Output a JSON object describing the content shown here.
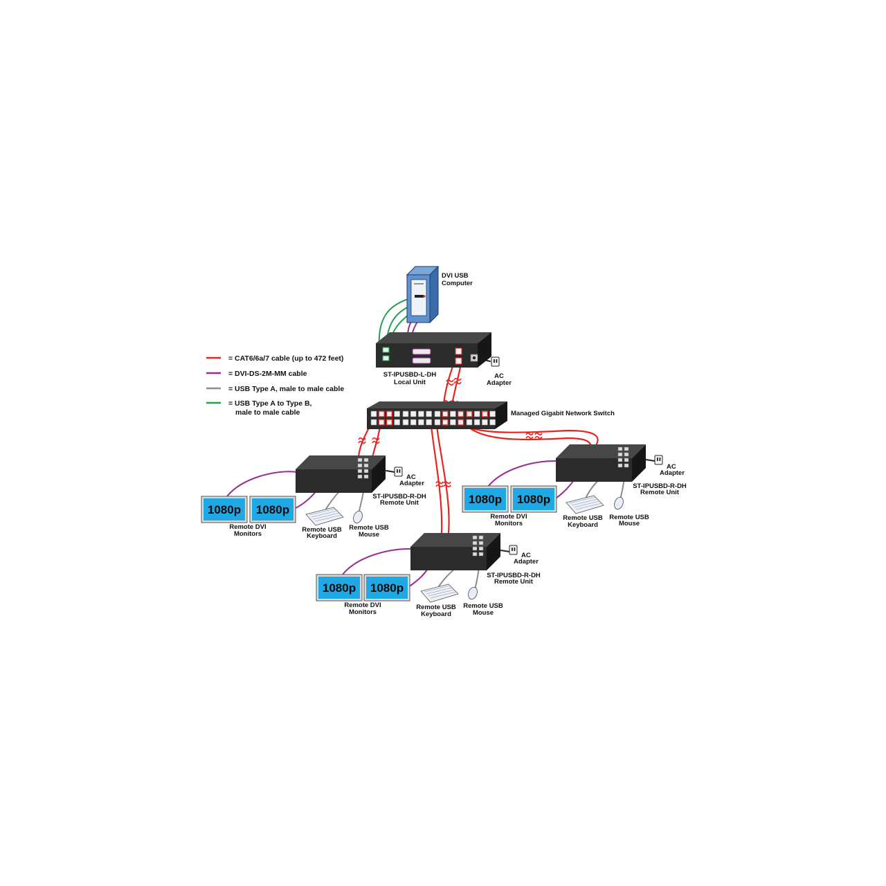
{
  "legend": [
    {
      "label": "=  CAT6/6a/7 cable (up to 472 feet)",
      "color": "#e8231e"
    },
    {
      "label": " = DVI-DS-2M-MM cable",
      "color": "#9b2a93"
    },
    {
      "label": "= USB Type A, male to male cable",
      "color": "#8c8c8c"
    },
    {
      "label_line1": "= USB Type A to Type B,",
      "label_line2": "male to male cable",
      "color": "#1fa24a"
    }
  ],
  "computer": {
    "line1": "DVI USB",
    "line2": "Computer"
  },
  "local_unit": {
    "line1": "ST-IPUSBD-L-DH",
    "line2": "Local Unit"
  },
  "ac_adapter": {
    "line1": "AC",
    "line2": "Adapter"
  },
  "switch": {
    "label": "Managed Gigabit Network Switch"
  },
  "remote_unit": {
    "line1": "ST-IPUSBD-R-DH",
    "line2": "Remote Unit"
  },
  "monitors": {
    "screen": "1080p",
    "line1": "Remote DVI",
    "line2": "Monitors"
  },
  "keyboard": {
    "line1": "Remote USB",
    "line2": "Keyboard"
  },
  "mouse": {
    "line1": "Remote USB",
    "line2": "Mouse"
  }
}
